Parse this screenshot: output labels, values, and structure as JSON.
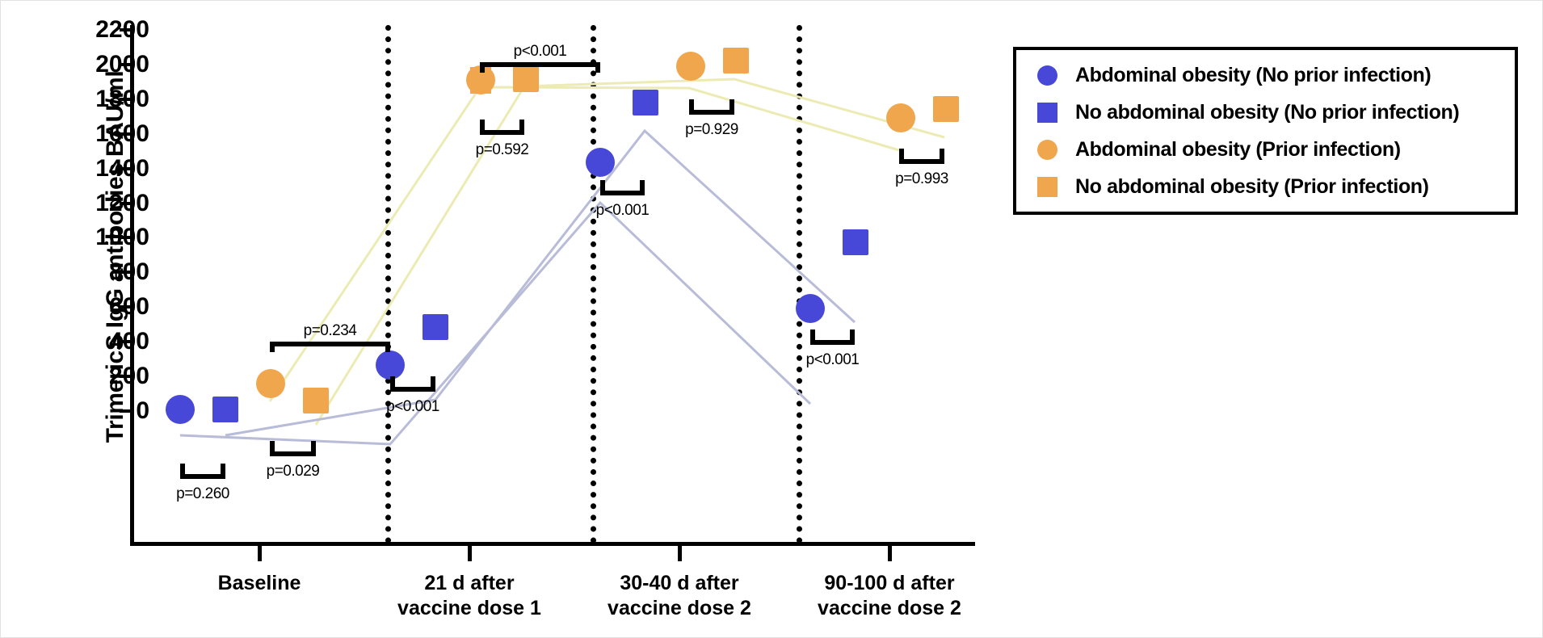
{
  "chart_data": {
    "type": "line",
    "title": "",
    "xlabel": "",
    "ylabel": "TrimericS IgG antibodies BAU/ml",
    "ylim": [
      0,
      2200
    ],
    "ytick_step": 200,
    "yticks": [
      0,
      200,
      400,
      600,
      800,
      1000,
      1200,
      1400,
      1600,
      1800,
      2000,
      2200
    ],
    "grid": false,
    "legend_position": "right",
    "categories": [
      "Baseline",
      "21 d after vaccine dose 1",
      "30-40 d after vaccine dose 2",
      "90-100 d after vaccine dose 2"
    ],
    "series": [
      {
        "name": "Abdominal obesity (No prior infection)",
        "marker": "circle",
        "color": "#4848d8",
        "values": [
          10,
          265,
          1435,
          590
        ]
      },
      {
        "name": "No abdominal obesity (No prior infection)",
        "marker": "square",
        "color": "#4848d8",
        "values": [
          10,
          485,
          1780,
          975
        ]
      },
      {
        "name": "Abdominal obesity (Prior infection)",
        "marker": "circle",
        "color": "#efa64c",
        "values": [
          160,
          1910,
          1990,
          1690
        ],
        "errors": [
          45,
          65,
          0,
          35
        ]
      },
      {
        "name": "No abdominal obesity (Prior infection)",
        "marker": "square",
        "color": "#efa64c",
        "values": [
          60,
          1915,
          2025,
          1745
        ],
        "errors": [
          0,
          50,
          0,
          30
        ]
      }
    ],
    "annotations": [
      {
        "label": "p=0.260",
        "group": "Baseline",
        "compares": "blue circle vs blue square",
        "position": "below"
      },
      {
        "label": "p=0.029",
        "group": "Baseline",
        "compares": "orange circle vs orange square",
        "position": "below"
      },
      {
        "label": "p=0.234",
        "group": "Baseline",
        "compares": "no prior infection vs prior infection",
        "position": "above"
      },
      {
        "label": "p<0.001",
        "group": "21 d after vaccine dose 1",
        "compares": "blue circle vs blue square",
        "position": "below"
      },
      {
        "label": "p=0.592",
        "group": "21 d after vaccine dose 1",
        "compares": "orange circle vs orange square",
        "position": "below"
      },
      {
        "label": "p<0.001",
        "group": "21 d after vaccine dose 1",
        "compares": "no prior infection vs prior infection",
        "position": "above"
      },
      {
        "label": "p<0.001",
        "group": "30-40 d after vaccine dose 2",
        "compares": "blue circle vs blue square",
        "position": "below"
      },
      {
        "label": "p=0.929",
        "group": "30-40 d after vaccine dose 2",
        "compares": "orange circle vs orange square",
        "position": "below"
      },
      {
        "label": "p<0.001",
        "group": "90-100 d after vaccine dose 2",
        "compares": "blue circle vs blue square",
        "position": "below"
      },
      {
        "label": "p=0.993",
        "group": "90-100 d after vaccine dose 2",
        "compares": "orange circle vs orange square",
        "position": "below"
      }
    ]
  },
  "axis": {
    "y_title": "TrimericS IgG antibodies BAU/ml",
    "y_labels": [
      "2200",
      "2000",
      "1800",
      "1600",
      "1400",
      "1200",
      "1000",
      "800",
      "600",
      "400",
      "200",
      "0"
    ],
    "x_labels": [
      {
        "line1": "Baseline",
        "line2": ""
      },
      {
        "line1": "21 d after",
        "line2": "vaccine dose 1"
      },
      {
        "line1": "30-40 d after",
        "line2": "vaccine dose 2"
      },
      {
        "line1": "90-100 d after",
        "line2": "vaccine dose 2"
      }
    ]
  },
  "pvalues": {
    "baseline_blue": "p=0.260",
    "baseline_orange": "p=0.029",
    "baseline_cross": "p=0.234",
    "d21_blue": "p<0.001",
    "d21_orange": "p=0.592",
    "d21_cross": "p<0.001",
    "d3040_blue": "p<0.001",
    "d3040_orange": "p=0.929",
    "d90100_blue": "p<0.001",
    "d90100_orange": "p=0.993"
  },
  "legend": {
    "items": [
      {
        "label": "Abdominal obesity (No prior infection)",
        "marker": "circle",
        "color": "#4848d8"
      },
      {
        "label": "No abdominal obesity (No prior infection)",
        "marker": "square",
        "color": "#4848d8"
      },
      {
        "label": "Abdominal obesity (Prior infection)",
        "marker": "circle",
        "color": "#efa64c"
      },
      {
        "label": "No abdominal obesity (Prior infection)",
        "marker": "square",
        "color": "#efa64c"
      }
    ]
  },
  "colors": {
    "blue": "#4848d8",
    "orange": "#efa64c",
    "line_blue": "#b9bcd8",
    "line_orange": "#ecebb4",
    "axis": "#000000",
    "background": "#ffffff"
  }
}
